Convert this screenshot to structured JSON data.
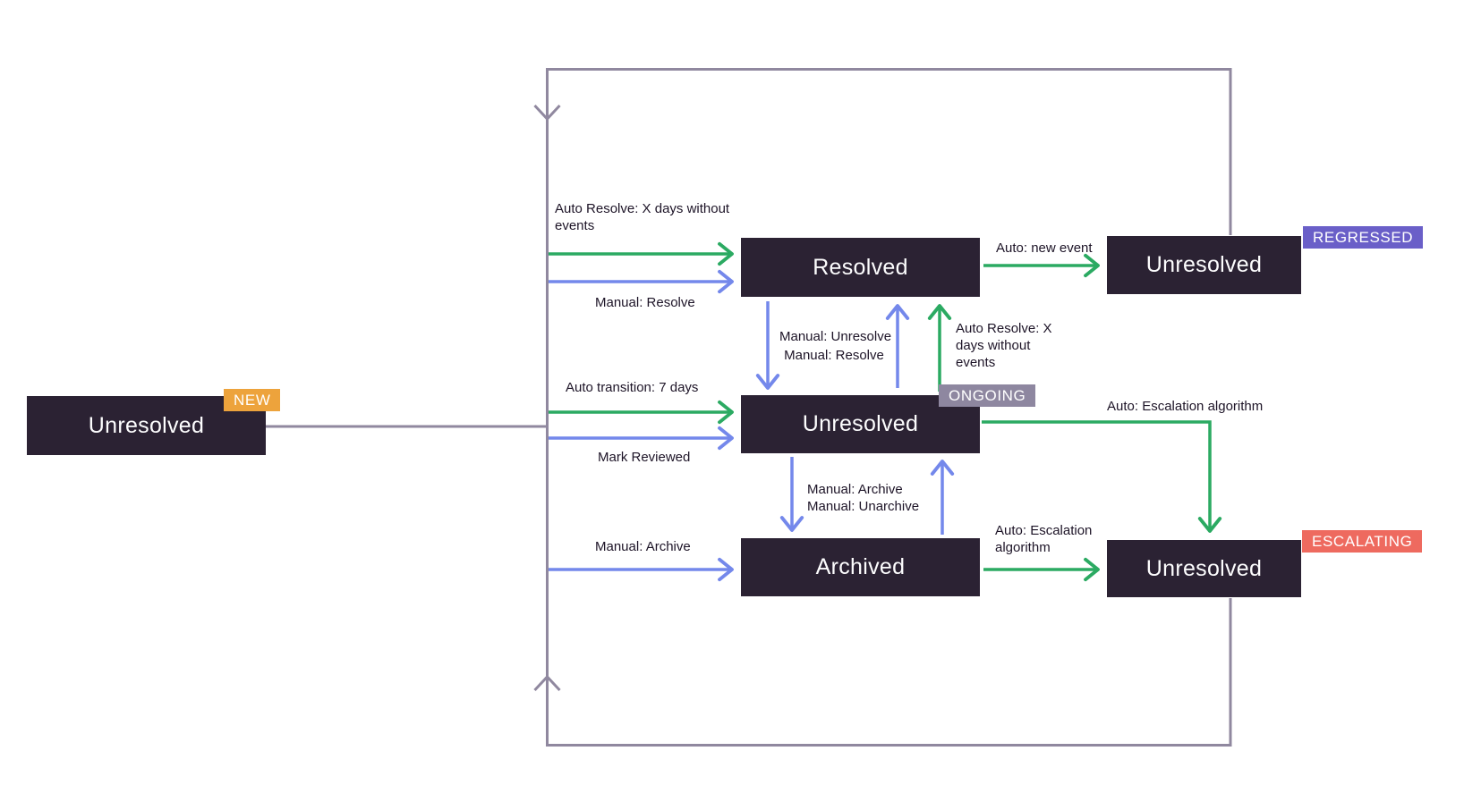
{
  "diagram": {
    "states": {
      "new": {
        "label": "Unresolved",
        "badge": "NEW"
      },
      "resolved": {
        "label": "Resolved"
      },
      "ongoing": {
        "label": "Unresolved",
        "badge": "ONGOING"
      },
      "archived": {
        "label": "Archived"
      },
      "regressed": {
        "label": "Unresolved",
        "badge": "REGRESSED"
      },
      "escalating": {
        "label": "Unresolved",
        "badge": "ESCALATING"
      }
    },
    "labels": {
      "auto_resolve_from_new": [
        "Auto Resolve: X days without",
        "events"
      ],
      "manual_resolve_from_new": [
        "Manual: Resolve"
      ],
      "manual_unresolve_resolve": [
        "Manual: Unresolve",
        "Manual: Resolve"
      ],
      "auto_resolve_from_ongoing": [
        "Auto Resolve: X",
        "days without",
        "events"
      ],
      "auto_transition": [
        "Auto transition: 7 days"
      ],
      "mark_reviewed": [
        "Mark Reviewed"
      ],
      "manual_archive_unarchive": [
        "Manual: Archive",
        "Manual: Unarchive"
      ],
      "manual_archive_from_new": [
        "Manual: Archive"
      ],
      "auto_new_event": [
        "Auto: new event"
      ],
      "auto_escalation_from_ongoing": [
        "Auto: Escalation algorithm"
      ],
      "auto_escalation_from_archived": [
        "Auto: Escalation",
        "algorithm"
      ]
    },
    "colors": {
      "auto_green": "#2BAA62",
      "manual_blue": "#7488EB",
      "loop_gray": "#90889F",
      "state_bg": "#2B2233",
      "state_text": "#FDFDFE",
      "label_text": "#1D1427",
      "badge_new": "#EDA33C",
      "badge_ongoing": "#8E87A0",
      "badge_regressed": "#6A5FC8",
      "badge_escalating": "#EE6A5F"
    }
  }
}
